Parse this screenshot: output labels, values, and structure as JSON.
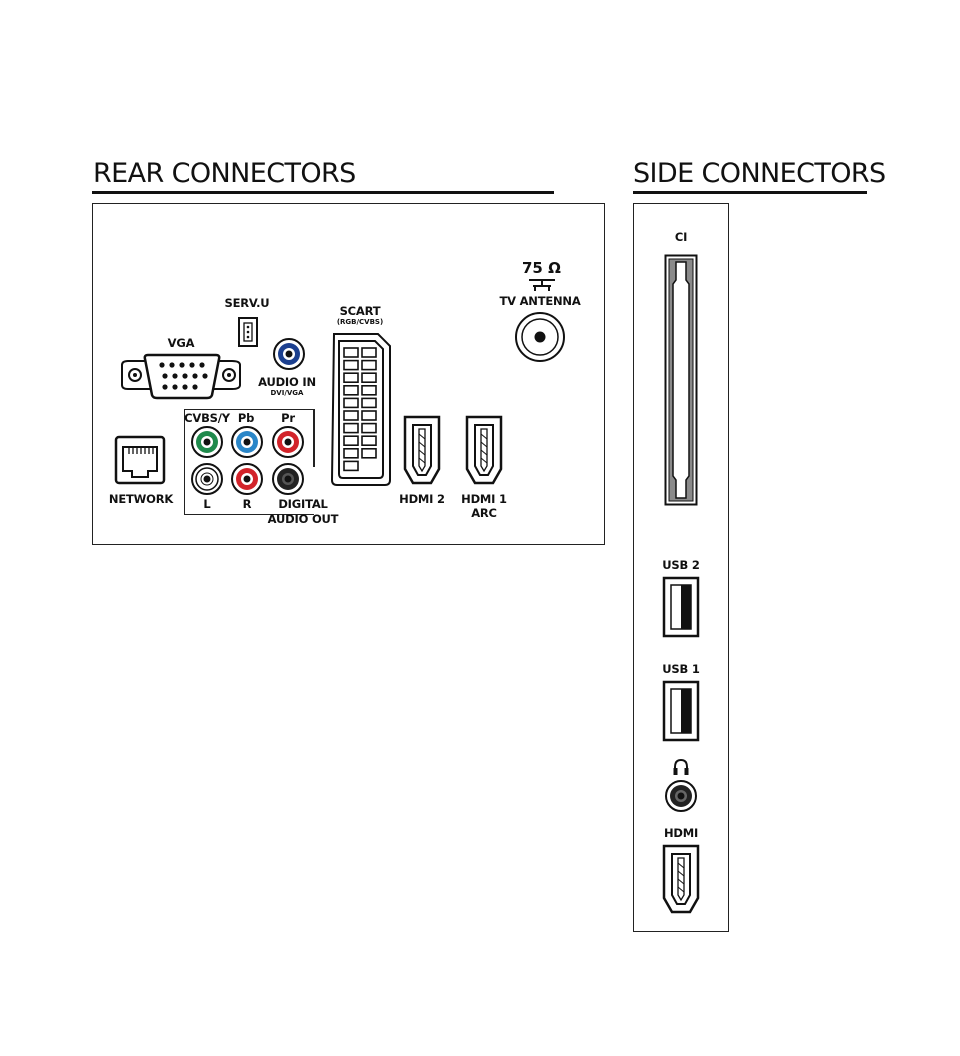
{
  "rear": {
    "title": "REAR CONNECTORS",
    "connectors": {
      "serv_u": "SERV.U",
      "vga": "VGA",
      "audio_in": "AUDIO IN",
      "audio_in_sub": "DVI/VGA",
      "scart": "SCART",
      "scart_sub": "(RGB/CVBS)",
      "antenna_value": "75 Ω",
      "antenna": "TV ANTENNA",
      "network": "NETWORK",
      "cvbs_y": "CVBS/Y",
      "pb": "Pb",
      "pr": "Pr",
      "l": "L",
      "r": "R",
      "digital_1": "DIGITAL",
      "digital_2": "AUDIO OUT",
      "hdmi2": "HDMI 2",
      "hdmi1": "HDMI 1",
      "hdmi1_sub": "ARC"
    }
  },
  "side": {
    "title": "SIDE CONNECTORS",
    "connectors": {
      "ci": "CI",
      "usb2": "USB 2",
      "usb1": "USB 1",
      "hdmi": "HDMI"
    },
    "headphone_icon": "headphones-icon"
  },
  "colors": {
    "green_jack": "#1f8a4c",
    "blue_jack": "#2a86c8",
    "red_jack": "#d2232a",
    "navy_jack": "#1b3f8f",
    "black_jack": "#222222"
  }
}
